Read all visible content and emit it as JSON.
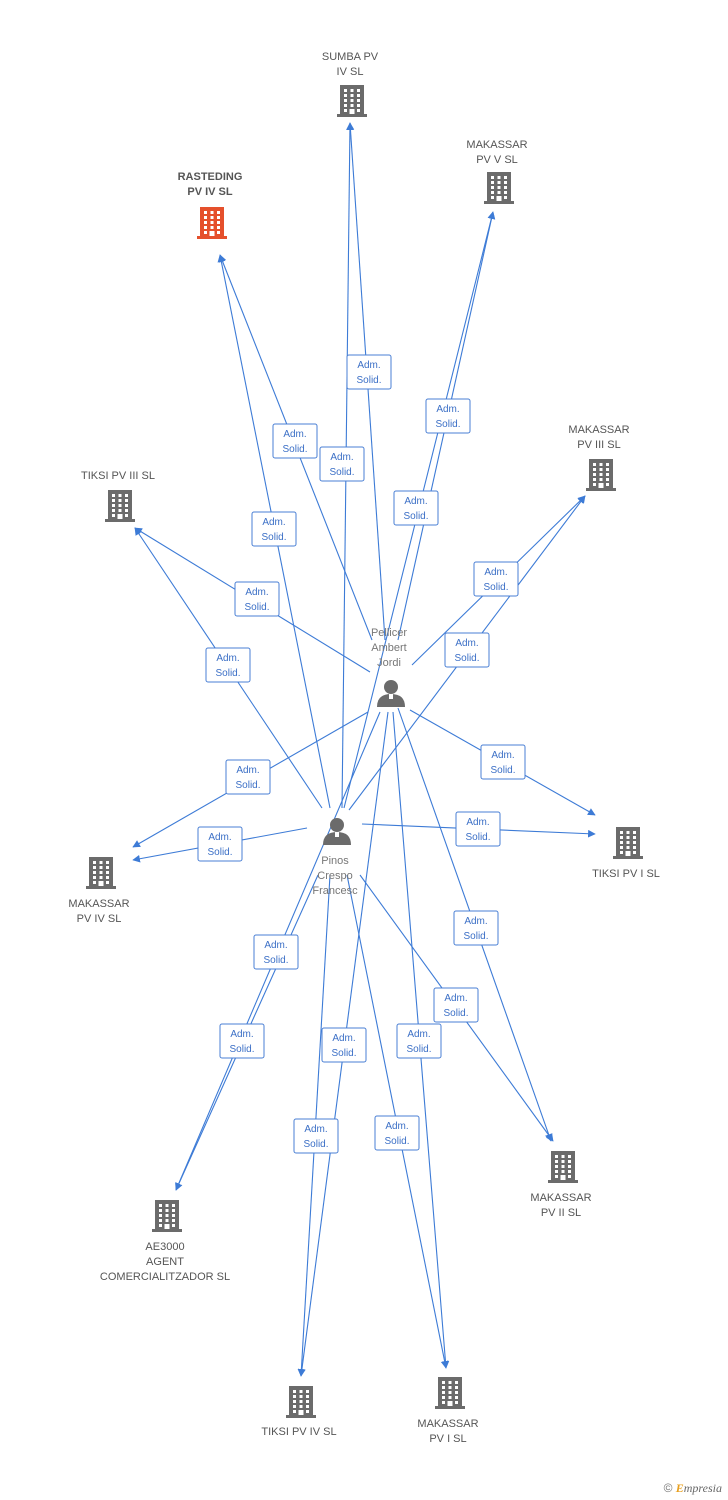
{
  "diagram": {
    "colors": {
      "edge": "#3d7bd6",
      "building": "#6b6b6b",
      "highlight": "#e5502c",
      "person": "#6b6b6b"
    },
    "persons": [
      {
        "id": "pellicer",
        "lines": [
          "Pellicer",
          "Ambert",
          "Jordi"
        ],
        "icon": "person-icon"
      },
      {
        "id": "pinos",
        "lines": [
          "Pinos",
          "Crespo",
          "Francesc"
        ],
        "icon": "person-icon"
      }
    ],
    "companies": [
      {
        "id": "sumba",
        "lines": [
          "SUMBA PV",
          "IV SL"
        ],
        "highlight": false,
        "icon": "building-icon"
      },
      {
        "id": "mak5",
        "lines": [
          "MAKASSAR",
          "PV V SL"
        ],
        "highlight": false,
        "icon": "building-icon"
      },
      {
        "id": "rasteding",
        "lines": [
          "RASTEDING",
          "PV IV SL"
        ],
        "highlight": true,
        "icon": "building-icon"
      },
      {
        "id": "mak3",
        "lines": [
          "MAKASSAR",
          "PV III SL"
        ],
        "highlight": false,
        "icon": "building-icon"
      },
      {
        "id": "tiksi3",
        "lines": [
          "TIKSI PV III SL"
        ],
        "highlight": false,
        "icon": "building-icon"
      },
      {
        "id": "tiksi1",
        "lines": [
          "TIKSI PV I SL"
        ],
        "highlight": false,
        "icon": "building-icon"
      },
      {
        "id": "mak4",
        "lines": [
          "MAKASSAR",
          "PV IV SL"
        ],
        "highlight": false,
        "icon": "building-icon"
      },
      {
        "id": "mak2",
        "lines": [
          "MAKASSAR",
          "PV II SL"
        ],
        "highlight": false,
        "icon": "building-icon"
      },
      {
        "id": "ae3000",
        "lines": [
          "AE3000",
          "AGENT",
          "COMERCIALITZADOR SL"
        ],
        "highlight": false,
        "icon": "building-icon"
      },
      {
        "id": "tiksi4",
        "lines": [
          "TIKSI PV IV SL"
        ],
        "highlight": false,
        "icon": "building-icon"
      },
      {
        "id": "mak1",
        "lines": [
          "MAKASSAR",
          "PV I SL"
        ],
        "highlight": false,
        "icon": "building-icon"
      }
    ],
    "edges": [
      {
        "from": "pellicer",
        "to": "sumba",
        "label": [
          "Adm.",
          "Solid."
        ]
      },
      {
        "from": "pinos",
        "to": "sumba",
        "label": [
          "Adm.",
          "Solid."
        ]
      },
      {
        "from": "pellicer",
        "to": "mak5",
        "label": [
          "Adm.",
          "Solid."
        ]
      },
      {
        "from": "pinos",
        "to": "mak5",
        "label": [
          "Adm.",
          "Solid."
        ]
      },
      {
        "from": "pellicer",
        "to": "rasteding",
        "label": [
          "Adm.",
          "Solid."
        ]
      },
      {
        "from": "pinos",
        "to": "rasteding",
        "label": [
          "Adm.",
          "Solid."
        ]
      },
      {
        "from": "pellicer",
        "to": "mak3",
        "label": [
          "Adm.",
          "Solid."
        ]
      },
      {
        "from": "pinos",
        "to": "mak3",
        "label": [
          "Adm.",
          "Solid."
        ]
      },
      {
        "from": "pellicer",
        "to": "tiksi3",
        "label": [
          "Adm.",
          "Solid."
        ]
      },
      {
        "from": "pinos",
        "to": "tiksi3",
        "label": [
          "Adm.",
          "Solid."
        ]
      },
      {
        "from": "pellicer",
        "to": "tiksi1",
        "label": [
          "Adm.",
          "Solid."
        ]
      },
      {
        "from": "pinos",
        "to": "tiksi1",
        "label": [
          "Adm.",
          "Solid."
        ]
      },
      {
        "from": "pellicer",
        "to": "mak4",
        "label": [
          "Adm.",
          "Solid."
        ]
      },
      {
        "from": "pinos",
        "to": "mak4",
        "label": [
          "Adm.",
          "Solid."
        ]
      },
      {
        "from": "pellicer",
        "to": "mak2",
        "label": [
          "Adm.",
          "Solid."
        ]
      },
      {
        "from": "pinos",
        "to": "mak2",
        "label": [
          "Adm.",
          "Solid."
        ]
      },
      {
        "from": "pellicer",
        "to": "ae3000",
        "label": [
          "Adm.",
          "Solid."
        ]
      },
      {
        "from": "pinos",
        "to": "ae3000",
        "label": [
          "Adm.",
          "Solid."
        ]
      },
      {
        "from": "pellicer",
        "to": "tiksi4",
        "label": [
          "Adm.",
          "Solid."
        ]
      },
      {
        "from": "pinos",
        "to": "tiksi4",
        "label": [
          "Adm.",
          "Solid."
        ]
      },
      {
        "from": "pellicer",
        "to": "mak1",
        "label": [
          "Adm.",
          "Solid."
        ]
      },
      {
        "from": "pinos",
        "to": "mak1",
        "label": [
          "Adm.",
          "Solid."
        ]
      }
    ]
  },
  "watermark": {
    "copyright": "©",
    "brand_first": "E",
    "brand_rest": "mpresia"
  }
}
